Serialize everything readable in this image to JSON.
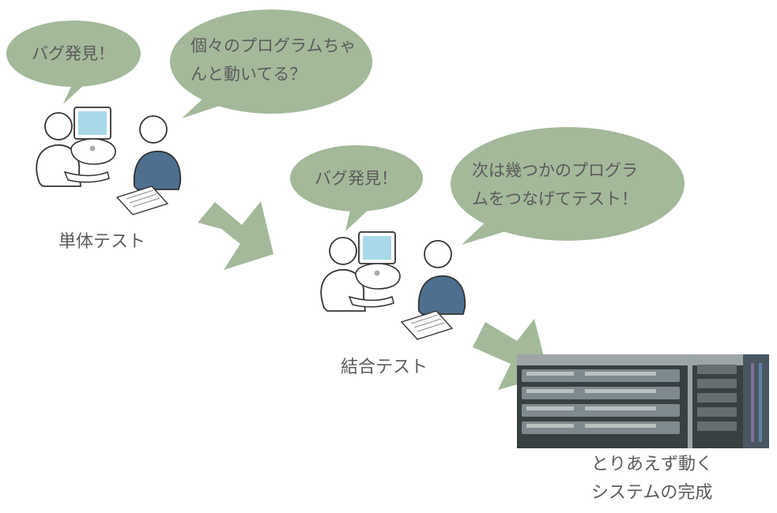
{
  "stage1": {
    "bubble_left": "バグ発見！",
    "bubble_right": "個々のプログラムちゃ\nんと動いてる？",
    "label": "単体テスト"
  },
  "stage2": {
    "bubble_left": "バグ発見！",
    "bubble_right": "次は幾つかのプログラ\nムをつなげてテスト！",
    "label": "結合テスト"
  },
  "final": {
    "label": "とりあえず動く\nシステムの完成"
  },
  "colors": {
    "bubble": "#a3b99a",
    "arrow": "#a3b99a",
    "shirt": "#4e6f8f",
    "screen": "#a9d8ea",
    "text": "#5b5b5b"
  }
}
